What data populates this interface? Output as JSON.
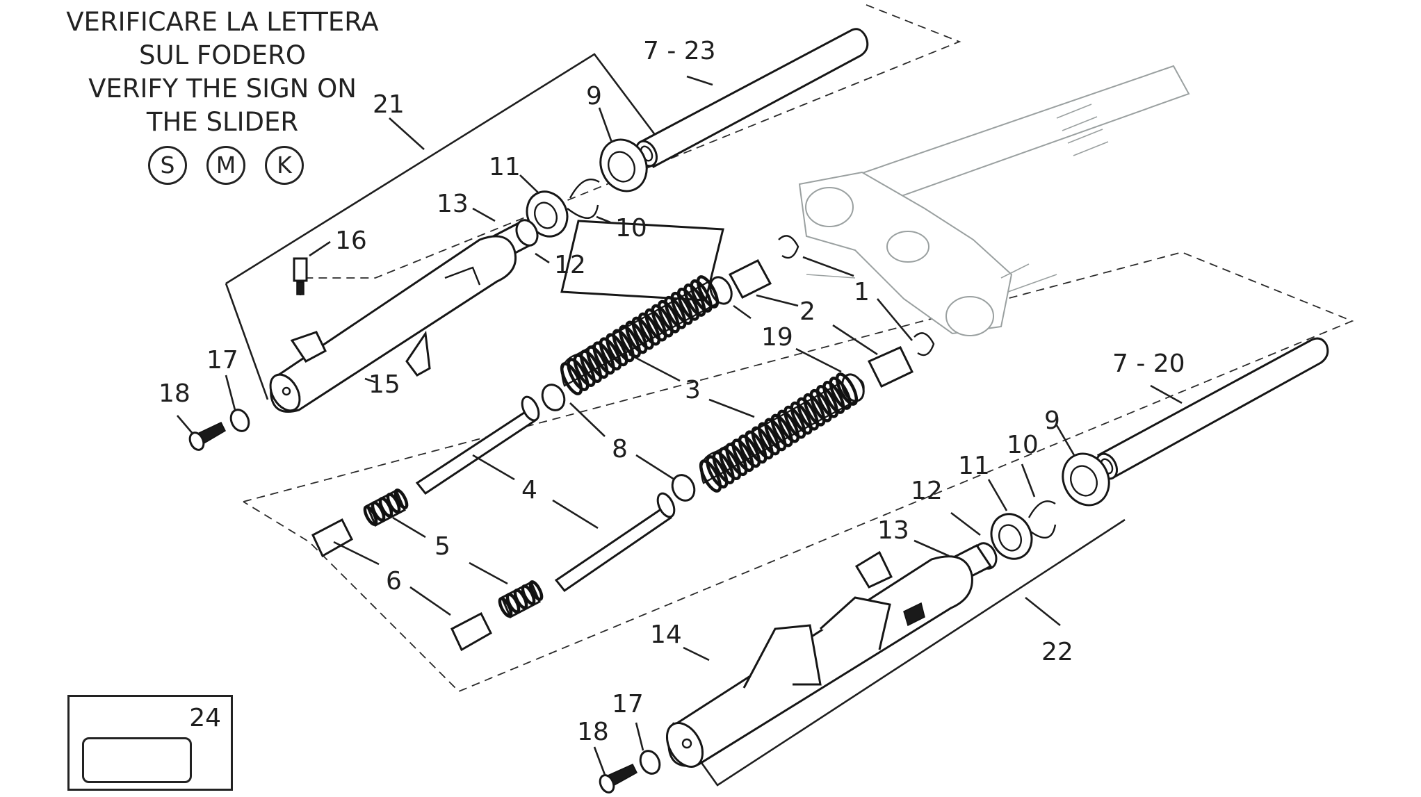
{
  "note": {
    "lines": [
      "VERIFICARE LA LETTERA",
      "SUL FODERO",
      "VERIFY THE SIGN ON",
      "THE SLIDER"
    ],
    "marks": [
      "S",
      "M",
      "K"
    ]
  },
  "callouts": {
    "c1": "1",
    "c2": "2",
    "c3": "3",
    "c4": "4",
    "c5": "5",
    "c6": "6",
    "c8": "8",
    "c9a": "9",
    "c9b": "9",
    "c10a": "10",
    "c10b": "10",
    "c11a": "11",
    "c11b": "11",
    "c12a": "12",
    "c12b": "12",
    "c13a": "13",
    "c13b": "13",
    "c14": "14",
    "c15": "15",
    "c16": "16",
    "c17a": "17",
    "c17b": "17",
    "c18a": "18",
    "c18b": "18",
    "c19": "19",
    "c21": "21",
    "c22": "22",
    "c723": "7 - 23",
    "c720": "7 - 20"
  },
  "kit": {
    "number": "24"
  }
}
